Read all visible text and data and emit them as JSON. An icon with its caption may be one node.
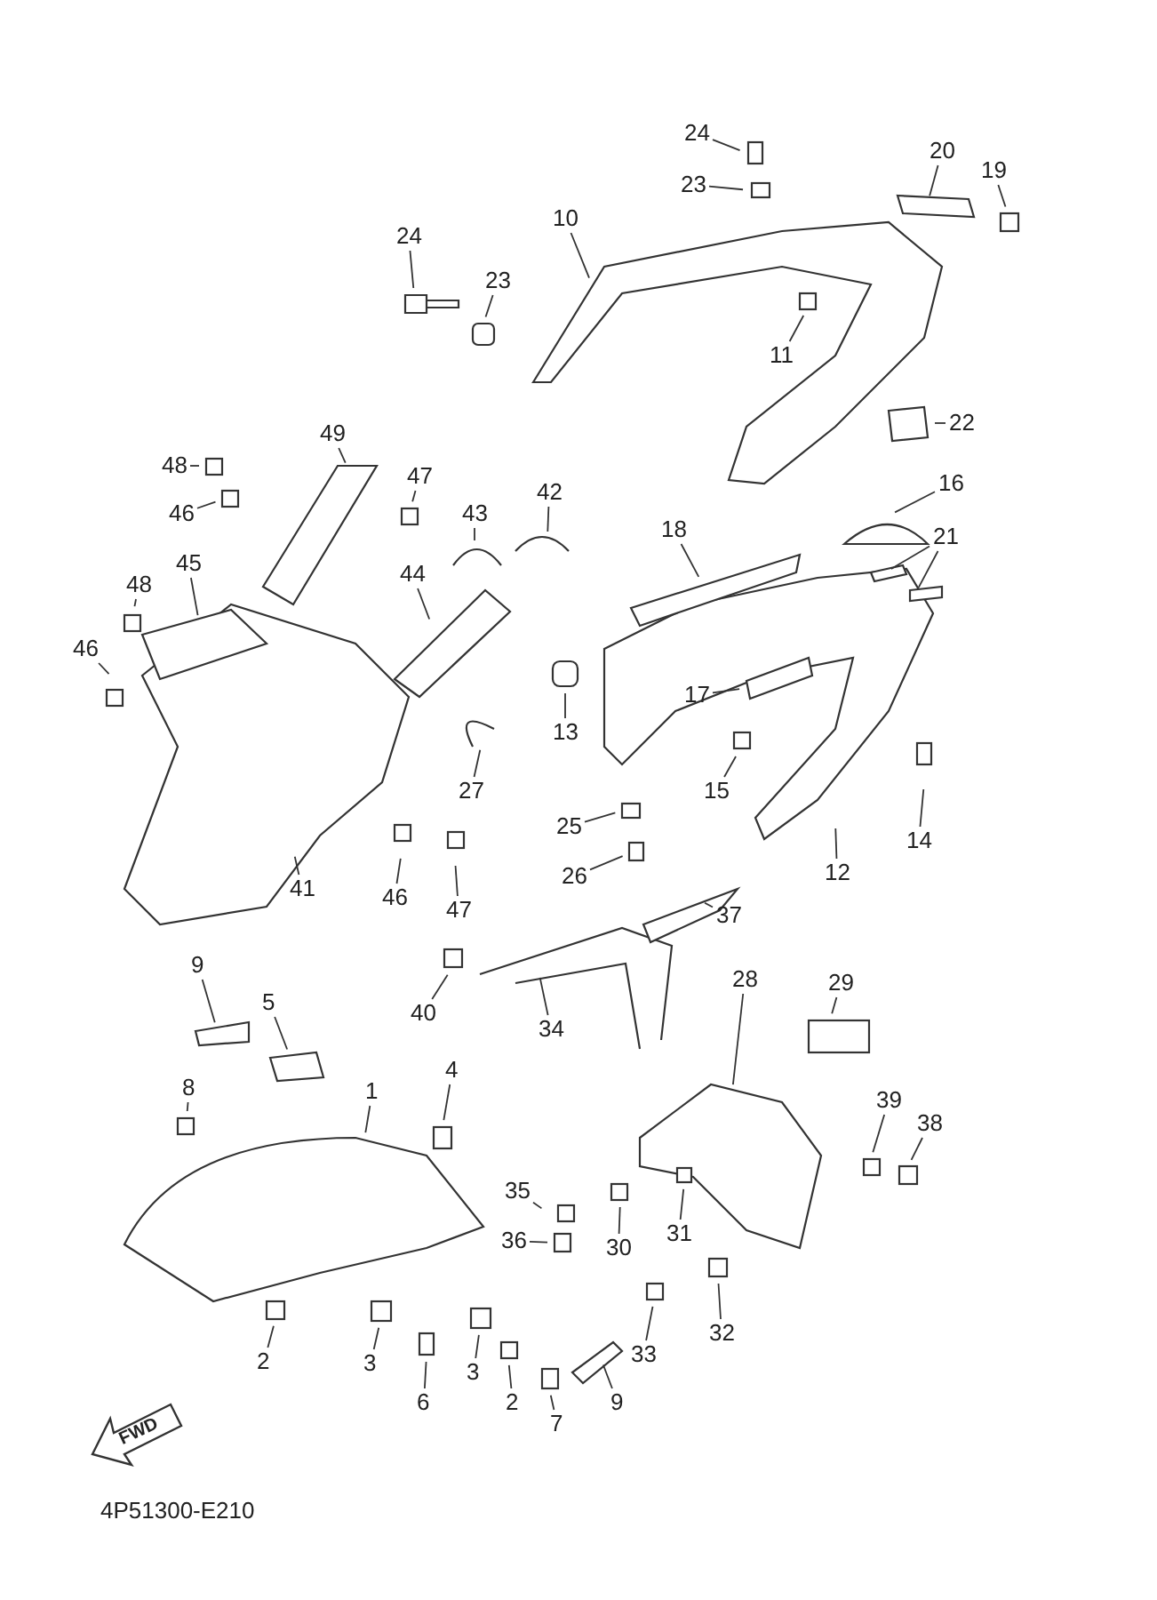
{
  "diagram": {
    "nodes": [
      {
        "text": [
          "24"
        ]
      },
      {
        "text": [
          "23"
        ]
      },
      {
        "text": [
          "20"
        ]
      },
      {
        "text": [
          "19"
        ]
      },
      {
        "text": [
          "10"
        ]
      },
      {
        "text": [
          "24"
        ]
      },
      {
        "text": [
          "23"
        ]
      },
      {
        "text": [
          "11"
        ]
      },
      {
        "text": [
          "22"
        ]
      },
      {
        "text": [
          "49"
        ]
      },
      {
        "text": [
          "48"
        ]
      },
      {
        "text": [
          "47"
        ]
      },
      {
        "text": [
          "46"
        ]
      },
      {
        "text": [
          "43"
        ]
      },
      {
        "text": [
          "42"
        ]
      },
      {
        "text": [
          "16"
        ]
      },
      {
        "text": [
          "45"
        ]
      },
      {
        "text": [
          "18"
        ]
      },
      {
        "text": [
          "21"
        ]
      },
      {
        "text": [
          "48"
        ]
      },
      {
        "text": [
          "44"
        ]
      },
      {
        "text": [
          "46"
        ]
      },
      {
        "text": [
          "13"
        ]
      },
      {
        "text": [
          "17"
        ]
      },
      {
        "text": [
          "27"
        ]
      },
      {
        "text": [
          "15"
        ]
      },
      {
        "text": [
          "14"
        ]
      },
      {
        "text": [
          "25"
        ]
      },
      {
        "text": [
          "12"
        ]
      },
      {
        "text": [
          "26"
        ]
      },
      {
        "text": [
          "46"
        ]
      },
      {
        "text": [
          "47"
        ]
      },
      {
        "text": [
          "41"
        ]
      },
      {
        "text": [
          "37"
        ]
      },
      {
        "text": [
          "40"
        ]
      },
      {
        "text": [
          "34"
        ]
      },
      {
        "text": [
          "9"
        ]
      },
      {
        "text": [
          "5"
        ]
      },
      {
        "text": [
          "28"
        ]
      },
      {
        "text": [
          "29"
        ]
      },
      {
        "text": [
          "8"
        ]
      },
      {
        "text": [
          "4"
        ]
      },
      {
        "text": [
          "1"
        ]
      },
      {
        "text": [
          "39"
        ]
      },
      {
        "text": [
          "38"
        ]
      },
      {
        "text": [
          "35"
        ]
      },
      {
        "text": [
          "36"
        ]
      },
      {
        "text": [
          "30"
        ]
      },
      {
        "text": [
          "31"
        ]
      },
      {
        "text": [
          "2"
        ]
      },
      {
        "text": [
          "3"
        ]
      },
      {
        "text": [
          "33"
        ]
      },
      {
        "text": [
          "32"
        ]
      },
      {
        "text": [
          "6"
        ]
      },
      {
        "text": [
          "3"
        ]
      },
      {
        "text": [
          "2"
        ]
      },
      {
        "text": [
          "7"
        ]
      },
      {
        "text": [
          "9"
        ]
      }
    ],
    "edges": [
      {
        "from": 0,
        "to": null,
        "arrow": "none"
      },
      {
        "from": 1,
        "to": null,
        "arrow": "none"
      },
      {
        "from": 2,
        "to": null,
        "arrow": "none"
      },
      {
        "from": 3,
        "to": null,
        "arrow": "none"
      },
      {
        "from": 4,
        "to": null,
        "arrow": "none"
      },
      {
        "from": 5,
        "to": null,
        "arrow": "none"
      },
      {
        "from": 6,
        "to": null,
        "arrow": "none"
      },
      {
        "from": 7,
        "to": null,
        "arrow": "none"
      },
      {
        "from": 8,
        "to": null,
        "arrow": "none"
      },
      {
        "from": 9,
        "to": null,
        "arrow": "none"
      },
      {
        "from": 10,
        "to": null,
        "arrow": "none"
      },
      {
        "from": 11,
        "to": null,
        "arrow": "none"
      },
      {
        "from": 12,
        "to": null,
        "arrow": "none"
      },
      {
        "from": 13,
        "to": null,
        "arrow": "none"
      },
      {
        "from": 14,
        "to": null,
        "arrow": "none"
      },
      {
        "from": 15,
        "to": null,
        "arrow": "none"
      },
      {
        "from": 16,
        "to": null,
        "arrow": "none"
      },
      {
        "from": 17,
        "to": null,
        "arrow": "none"
      },
      {
        "from": 18,
        "to": null,
        "arrow": "none"
      },
      {
        "from": 18,
        "to": null,
        "arrow": "none"
      },
      {
        "from": 19,
        "to": null,
        "arrow": "none"
      },
      {
        "from": 20,
        "to": null,
        "arrow": "none"
      },
      {
        "from": 21,
        "to": null,
        "arrow": "none"
      },
      {
        "from": 22,
        "to": null,
        "arrow": "none"
      },
      {
        "from": 23,
        "to": null,
        "arrow": "none"
      },
      {
        "from": 24,
        "to": null,
        "arrow": "none"
      },
      {
        "from": 25,
        "to": null,
        "arrow": "none"
      },
      {
        "from": 26,
        "to": null,
        "arrow": "none"
      },
      {
        "from": 27,
        "to": null,
        "arrow": "none"
      },
      {
        "from": 28,
        "to": null,
        "arrow": "none"
      },
      {
        "from": 29,
        "to": null,
        "arrow": "none"
      },
      {
        "from": 30,
        "to": null,
        "arrow": "none"
      },
      {
        "from": 31,
        "to": null,
        "arrow": "none"
      },
      {
        "from": 32,
        "to": null,
        "arrow": "none"
      },
      {
        "from": 33,
        "to": null,
        "arrow": "none"
      },
      {
        "from": 34,
        "to": null,
        "arrow": "none"
      },
      {
        "from": 35,
        "to": null,
        "arrow": "none"
      },
      {
        "from": 36,
        "to": null,
        "arrow": "none"
      },
      {
        "from": 37,
        "to": null,
        "arrow": "none"
      },
      {
        "from": 38,
        "to": null,
        "arrow": "none"
      },
      {
        "from": 39,
        "to": null,
        "arrow": "none"
      },
      {
        "from": 40,
        "to": null,
        "arrow": "none"
      },
      {
        "from": 41,
        "to": null,
        "arrow": "none"
      },
      {
        "from": 42,
        "to": null,
        "arrow": "none"
      },
      {
        "from": 43,
        "to": null,
        "arrow": "none"
      },
      {
        "from": 44,
        "to": null,
        "arrow": "none"
      },
      {
        "from": 45,
        "to": null,
        "arrow": "none"
      },
      {
        "from": 46,
        "to": null,
        "arrow": "none"
      },
      {
        "from": 47,
        "to": null,
        "arrow": "none"
      },
      {
        "from": 48,
        "to": null,
        "arrow": "none"
      },
      {
        "from": 49,
        "to": null,
        "arrow": "none"
      },
      {
        "from": 50,
        "to": null,
        "arrow": "none"
      },
      {
        "from": 51,
        "to": null,
        "arrow": "none"
      },
      {
        "from": 52,
        "to": null,
        "arrow": "none"
      },
      {
        "from": 53,
        "to": null,
        "arrow": "none"
      },
      {
        "from": 54,
        "to": null,
        "arrow": "none"
      },
      {
        "from": 55,
        "to": null,
        "arrow": "none"
      },
      {
        "from": 56,
        "to": null,
        "arrow": "none"
      },
      {
        "from": 57,
        "to": null,
        "arrow": "none"
      }
    ],
    "labels": [
      "FWD",
      "4P51300-E210"
    ]
  }
}
